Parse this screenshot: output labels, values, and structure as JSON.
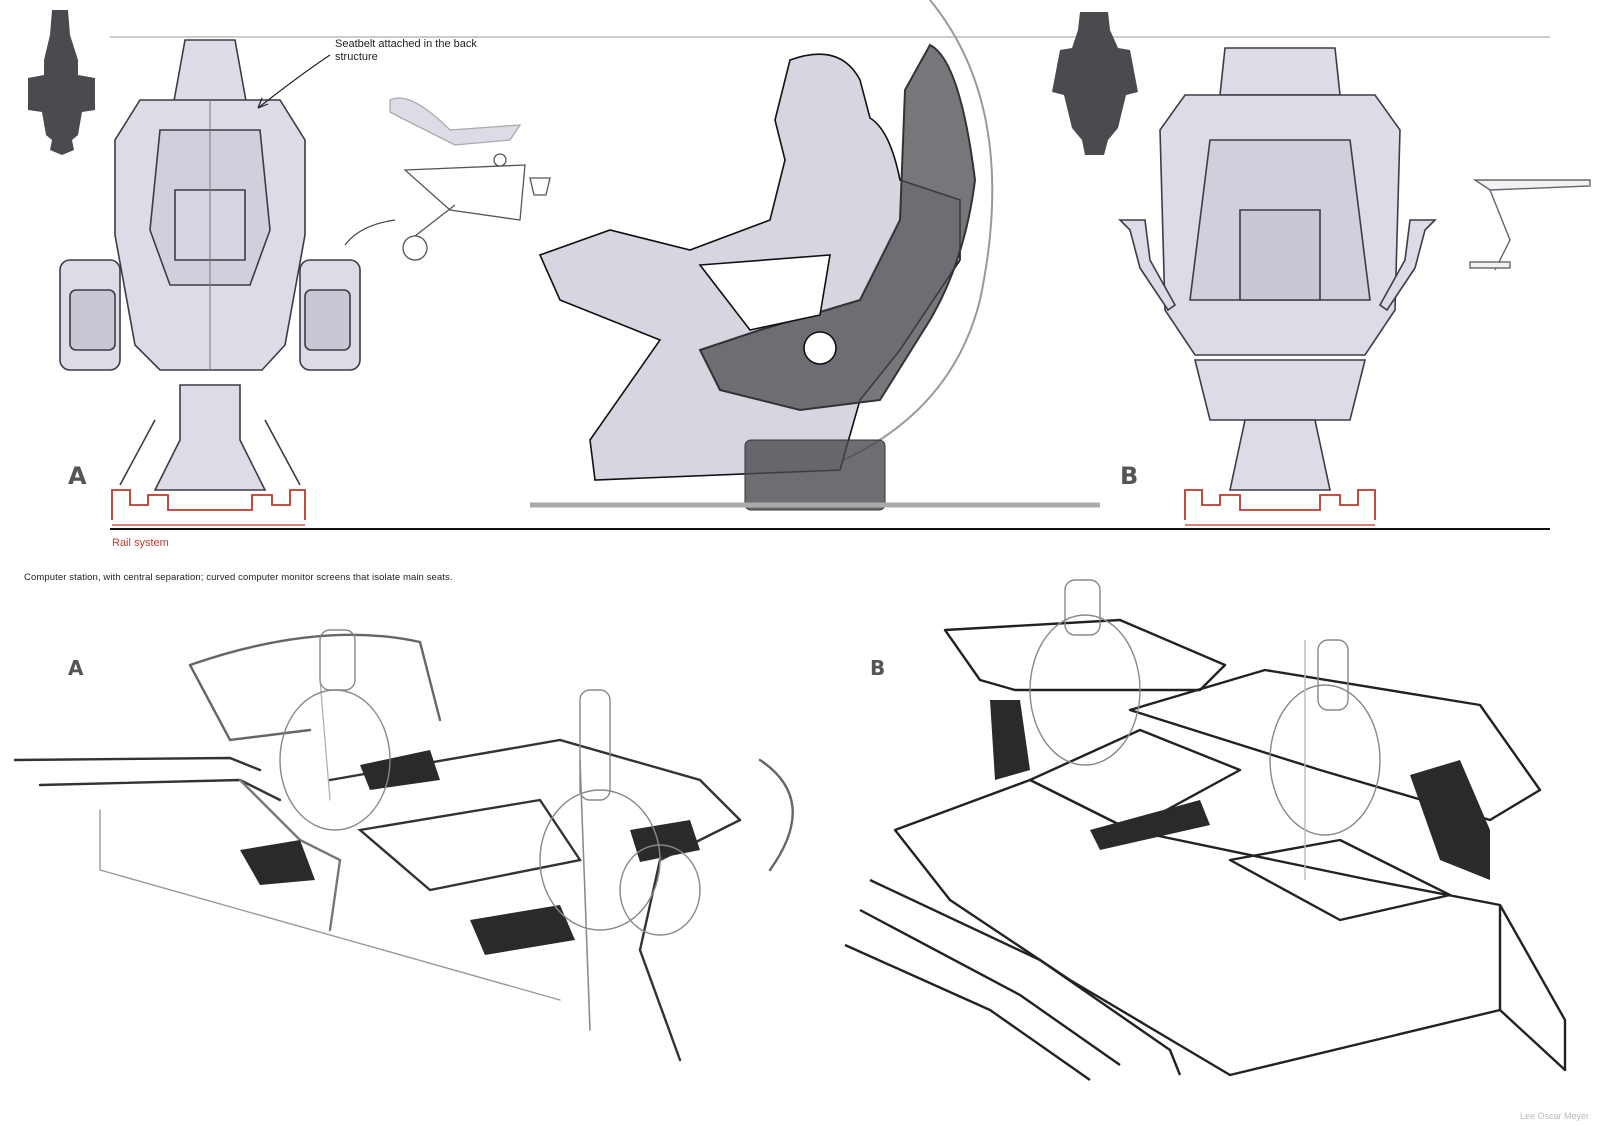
{
  "annotations": {
    "seatbelt": "Seatbelt attached in the back structure",
    "rail": "Rail system",
    "caption": "Computer station, with central separation; curved computer monitor screens that isolate main seats."
  },
  "views": {
    "chair_front_label": "A",
    "chair_back_label": "B",
    "station_a_label": "A",
    "station_b_label": "B"
  },
  "signature": "Lee Oscar Meyer",
  "colors": {
    "chair_fill": "#dcdce6",
    "chair_stroke": "#3c3c46",
    "rail_red": "#c0392b",
    "silhouette": "#4a4a4f",
    "dark_panel": "#2a2a2a"
  }
}
